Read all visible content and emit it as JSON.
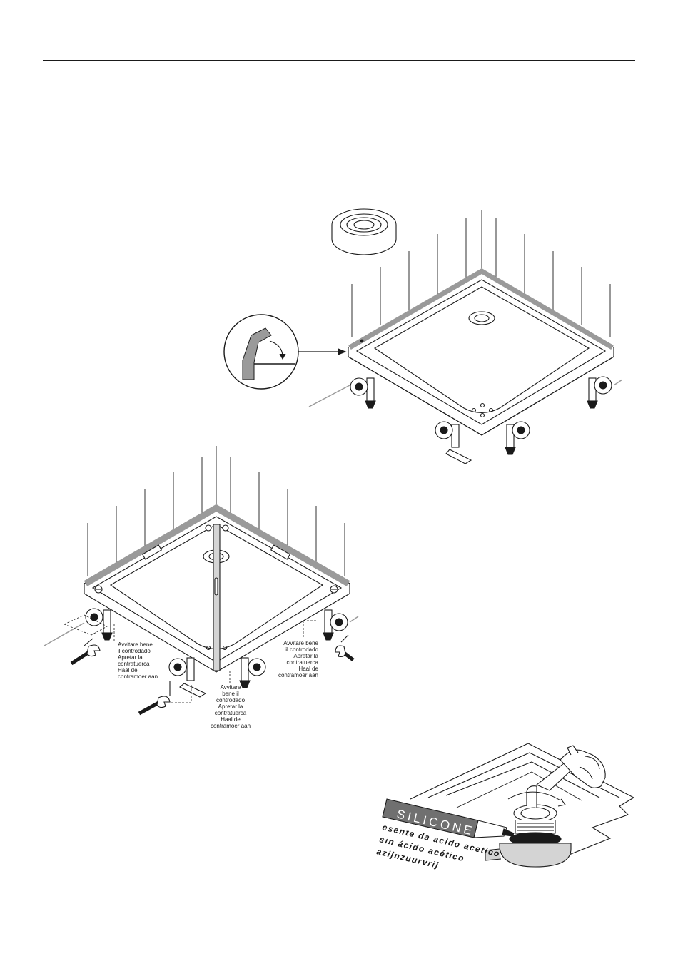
{
  "diagram": {
    "ground_frame_notes": [
      "Avvitare bene",
      "il controdado",
      "Apretar la",
      "contratuerca",
      "Haal de",
      "contramoer aan"
    ],
    "center_notes": [
      "Avvitare",
      "bene il",
      "controdado",
      "Apretar la",
      "contratuerca",
      "Haal de",
      "contramoer aan"
    ]
  },
  "silicone": {
    "label": "SILICONE",
    "lines": [
      "esente da acido acetico",
      "sin ácido acético",
      "azijnzuurvrij"
    ]
  },
  "colors": {
    "ink": "#1a1a1a",
    "grey": "#9a9a9a",
    "light": "#d4d4d4"
  }
}
